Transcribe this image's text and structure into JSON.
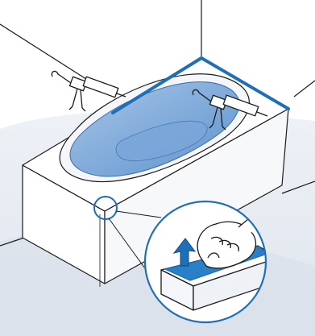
{
  "illustration": {
    "colors": {
      "outline": "#1a1a1a",
      "sealant": "#1f6fb8",
      "water": "#8fb6e0",
      "water_deep": "#6e9fd6",
      "floor_haze": "#e4e9f0",
      "background": "#ffffff"
    },
    "icons": [
      "bathtub",
      "caulking-gun",
      "sealant-bead",
      "magnifier-callout",
      "hand-smoothing",
      "upward-arrow"
    ]
  }
}
